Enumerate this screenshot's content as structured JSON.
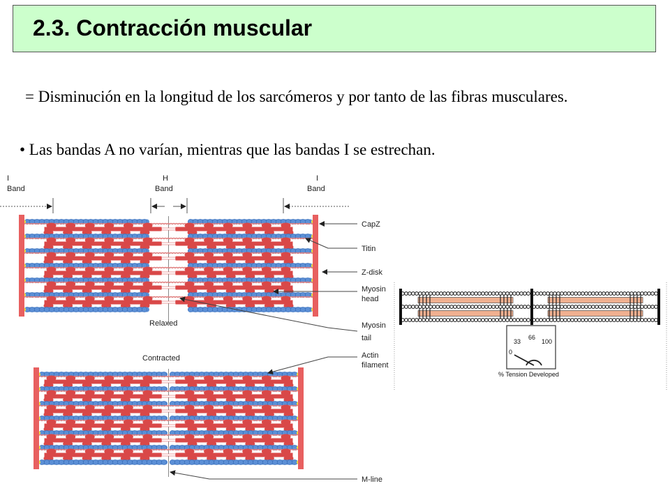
{
  "title": "2.3. Contracción muscular",
  "text": {
    "line1": "= Disminución en la longitud de los sarcómeros y por tanto de las fibras musculares.",
    "line2": "• Las bandas A no varían, mientras que las bandas I se estrechan."
  },
  "diagram": {
    "band_i_left": [
      "I",
      "Band"
    ],
    "band_h": [
      "H",
      "Band"
    ],
    "band_i_right": [
      "I",
      "Band"
    ],
    "relaxed_label": "Relaxed",
    "contracted_label": "Contracted",
    "callouts": {
      "capz": "CapZ",
      "titin": "Titin",
      "zdisk": "Z-disk",
      "myosin_head": [
        "Myosin",
        "head"
      ],
      "myosin_tail": [
        "Myosin",
        "tail"
      ],
      "actin": [
        "Actin",
        "filament"
      ],
      "mline": "M-line"
    }
  },
  "gauge": {
    "ticks": [
      "0",
      "33",
      "66",
      "100"
    ],
    "caption": "% Tension Developed"
  },
  "colors": {
    "title_bg": "#ccffcc",
    "actin": "#5b8fd6",
    "myosin": "#d94848",
    "zdisk": "#e86060",
    "capz": "#f0e040",
    "inset_fiber": "#f0b090"
  }
}
